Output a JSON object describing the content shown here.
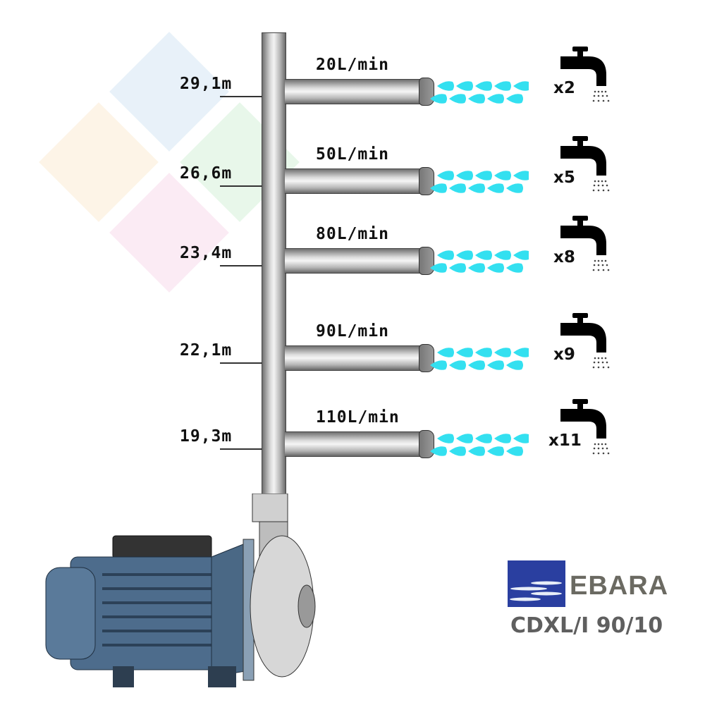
{
  "branches": [
    {
      "height": "29,1m",
      "flow": "20L/min",
      "taps": "x2"
    },
    {
      "height": "26,6m",
      "flow": "50L/min",
      "taps": "x5"
    },
    {
      "height": "23,4m",
      "flow": "80L/min",
      "taps": "x8"
    },
    {
      "height": "22,1m",
      "flow": "90L/min",
      "taps": "x9"
    },
    {
      "height": "19,3m",
      "flow": "110L/min",
      "taps": "x11"
    }
  ],
  "brand": {
    "name": "EBARA",
    "model": "CDXL/I 90/10"
  },
  "colors": {
    "water": "#33e0f0",
    "pipe": "#c8c8c8",
    "pump_body": "#4a6a8a",
    "brand_blue": "#2a3fa0",
    "brand_text": "#6b6a62"
  }
}
